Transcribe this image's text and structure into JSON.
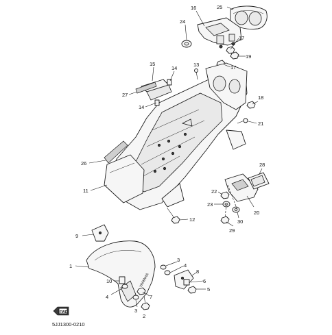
{
  "diagram": {
    "doc_code": "5JJ1300-0210",
    "fwd_label": "FWD",
    "brand_text": "YAMAHA",
    "callouts": {
      "c1": "1",
      "c2": "2",
      "c3a": "3",
      "c3b": "3",
      "c4a": "4",
      "c4b": "4",
      "c5": "5",
      "c6": "6",
      "c7": "7",
      "c8": "8",
      "c9": "9",
      "c10": "10",
      "c11": "11",
      "c12": "12",
      "c13": "13",
      "c14a": "14",
      "c14b": "14",
      "c15": "15",
      "c16": "16",
      "c17a": "17",
      "c17b": "17",
      "c18": "18",
      "c19": "19",
      "c20": "20",
      "c21": "21",
      "c22": "22",
      "c23": "23",
      "c24": "24",
      "c25": "25",
      "c26": "26",
      "c27": "27",
      "c28": "28",
      "c29": "29",
      "c30": "30"
    }
  }
}
